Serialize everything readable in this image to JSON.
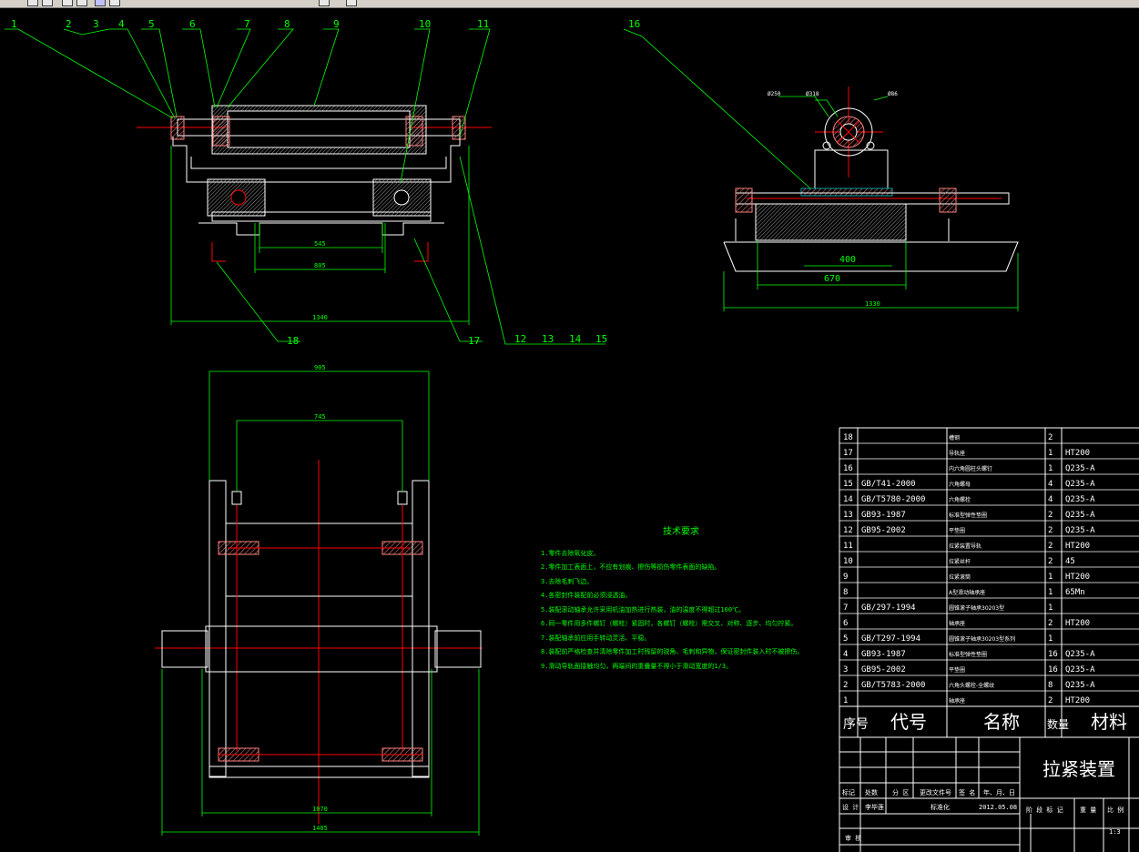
{
  "window": {
    "toolbar_icons": [
      "new-icon",
      "open-icon",
      "undo-icon",
      "redo-icon",
      "zoom-icon",
      "pan-icon",
      "layer-icon",
      "help-icon"
    ]
  },
  "colors": {
    "background": "#000000",
    "outline": "#ffffff",
    "dimension": "#00ff00",
    "centerline": "#ff0000",
    "hatch": "#ff8080",
    "tech_text": "#00ff00"
  },
  "front_view": {
    "leaders": [
      "1",
      "2",
      "3",
      "4",
      "5",
      "6",
      "7",
      "8",
      "9",
      "10",
      "11",
      "18",
      "17",
      "12",
      "13",
      "14",
      "15"
    ],
    "dims": {
      "inner": "545",
      "mid": "805",
      "overall": "1340"
    }
  },
  "side_view": {
    "leader": "16",
    "callouts": [
      "Ø250",
      "Ø318",
      "Ø86"
    ],
    "dims": {
      "d400": "400",
      "d670": "670",
      "d1330": "1330"
    }
  },
  "top_view": {
    "dims": {
      "top_outer": "905",
      "top_inner": "745",
      "bottom_inner": "1070",
      "bottom_outer": "1405"
    }
  },
  "tech_requirements": {
    "title": "技术要求",
    "items": [
      "1.零件去除氧化皮。",
      "2.零件加工表面上，不应有划痕、擦伤等损伤零件表面的缺陷。",
      "3.去除毛刺飞边。",
      "4.各密封件装配前必须浸透油。",
      "5.装配滚动轴承允许采用机油加热进行热装，油的温度不得超过100℃。",
      "6.同一零件用多件螺钉（螺栓）紧固时，各螺钉（螺栓）需交叉、对称、逐步、均匀拧紧。",
      "7.装配轴承前应用手转动灵活、平稳。",
      "8.装配前严格检查并清除零件加工时残留的锐角、毛刺和异物，保证密封件装入时不被擦伤。",
      "9.滑动导轨面接触均匀，两端间的重叠量不得小于滑动宽度的1/3。"
    ]
  },
  "bom": {
    "rows": [
      {
        "no": "18",
        "code": "",
        "name": "槽钢",
        "qty": "2",
        "material": ""
      },
      {
        "no": "17",
        "code": "",
        "name": "导轨座",
        "qty": "1",
        "material": "HT200"
      },
      {
        "no": "16",
        "code": "",
        "name": "内六角圆柱头螺钉",
        "qty": "1",
        "material": "Q235-A"
      },
      {
        "no": "15",
        "code": "GB/T41-2000",
        "name": "六角螺母",
        "qty": "4",
        "material": "Q235-A"
      },
      {
        "no": "14",
        "code": "GB/T5780-2000",
        "name": "六角螺栓",
        "qty": "4",
        "material": "Q235-A"
      },
      {
        "no": "13",
        "code": "GB93-1987",
        "name": "标准型弹性垫圈",
        "qty": "2",
        "material": "Q235-A"
      },
      {
        "no": "12",
        "code": "GB95-2002",
        "name": "平垫圈",
        "qty": "2",
        "material": "Q235-A"
      },
      {
        "no": "11",
        "code": "",
        "name": "拉紧装置导轨",
        "qty": "2",
        "material": "HT200"
      },
      {
        "no": "10",
        "code": "",
        "name": "拉紧丝杆",
        "qty": "2",
        "material": "45"
      },
      {
        "no": "9",
        "code": "",
        "name": "拉紧滚筒",
        "qty": "1",
        "material": "HT200"
      },
      {
        "no": "8",
        "code": "",
        "name": "A型滑动轴承座",
        "qty": "1",
        "material": "65Mn"
      },
      {
        "no": "7",
        "code": "GB/297-1994",
        "name": "圆锥滚子轴承30203型",
        "qty": "1",
        "material": ""
      },
      {
        "no": "6",
        "code": "",
        "name": "轴承座",
        "qty": "2",
        "material": "HT200"
      },
      {
        "no": "5",
        "code": "GB/T297-1994",
        "name": "圆锥滚子轴承30203型系列",
        "qty": "1",
        "material": ""
      },
      {
        "no": "4",
        "code": "GB93-1987",
        "name": "标准型弹性垫圈",
        "qty": "16",
        "material": "Q235-A"
      },
      {
        "no": "3",
        "code": "GB95-2002",
        "name": "平垫圈",
        "qty": "16",
        "material": "Q235-A"
      },
      {
        "no": "2",
        "code": "GB/T5783-2000",
        "name": "六角头螺栓-全螺纹",
        "qty": "8",
        "material": "Q235-A"
      },
      {
        "no": "1",
        "code": "",
        "name": "轴承座",
        "qty": "2",
        "material": "HT200"
      }
    ],
    "header": {
      "no": "序号",
      "code": "代号",
      "name": "名称",
      "qty": "数量",
      "material": "材料"
    }
  },
  "title_block": {
    "drawing_title": "拉紧装置",
    "labels": {
      "mark": "标记",
      "count": "处数",
      "zone": "分 区",
      "change_doc": "更改文件号",
      "signature": "签 名",
      "date": "年、月、日",
      "design": "设 计",
      "designer": "李毕莲",
      "standardize": "标准化",
      "stage_mark": "阶 段 标 记",
      "weight": "重 量",
      "scale": "比 例",
      "review": "审 核"
    },
    "design_date": "2012.05.08",
    "scale_value": "1:3"
  }
}
